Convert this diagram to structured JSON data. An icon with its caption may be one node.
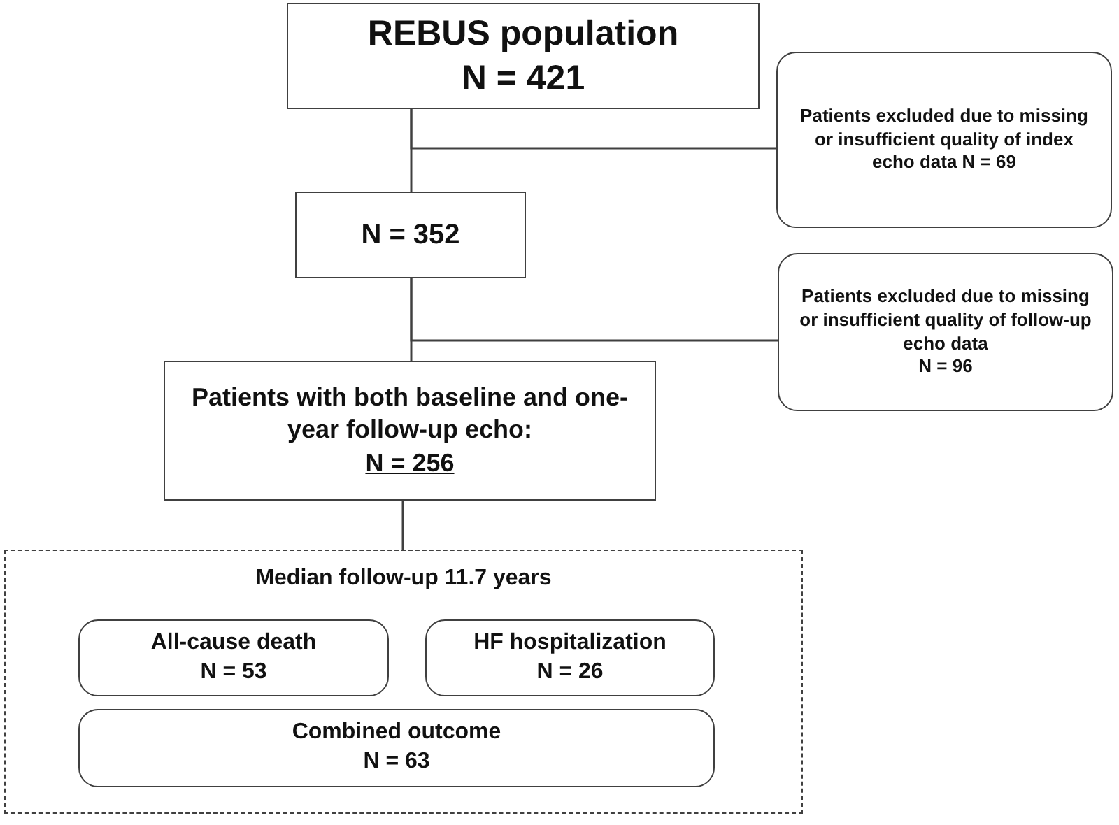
{
  "diagram": {
    "nodes": [
      {
        "text": [
          "REBUS population",
          "N = 421"
        ]
      },
      {
        "text": [
          "Patients excluded due to missing or insufficient quality of index echo data N = 69"
        ]
      },
      {
        "text": [
          "N = 352"
        ]
      },
      {
        "text": [
          "Patients excluded due to missing or insufficient quality of follow-up echo data",
          "N = 96"
        ]
      },
      {
        "text": [
          "Patients with both baseline and one-year follow-up echo:",
          "N = 256"
        ]
      },
      {
        "text": [
          "Median follow-up 11.7 years"
        ]
      },
      {
        "text": [
          "All-cause death",
          "N = 53"
        ],
        "in": 5
      },
      {
        "text": [
          "HF hospitalization",
          "N = 26"
        ],
        "in": 5
      },
      {
        "text": [
          "Combined outcome",
          "N = 63"
        ],
        "in": 5
      }
    ],
    "edges": [
      {
        "from": 0,
        "to": 2,
        "arrow": "none"
      },
      {
        "from": 0,
        "to": 1,
        "arrow": "none"
      },
      {
        "from": 2,
        "to": 4,
        "arrow": "none"
      },
      {
        "from": 2,
        "to": 3,
        "arrow": "none"
      },
      {
        "from": 4,
        "to": 5,
        "arrow": "none"
      }
    ]
  }
}
